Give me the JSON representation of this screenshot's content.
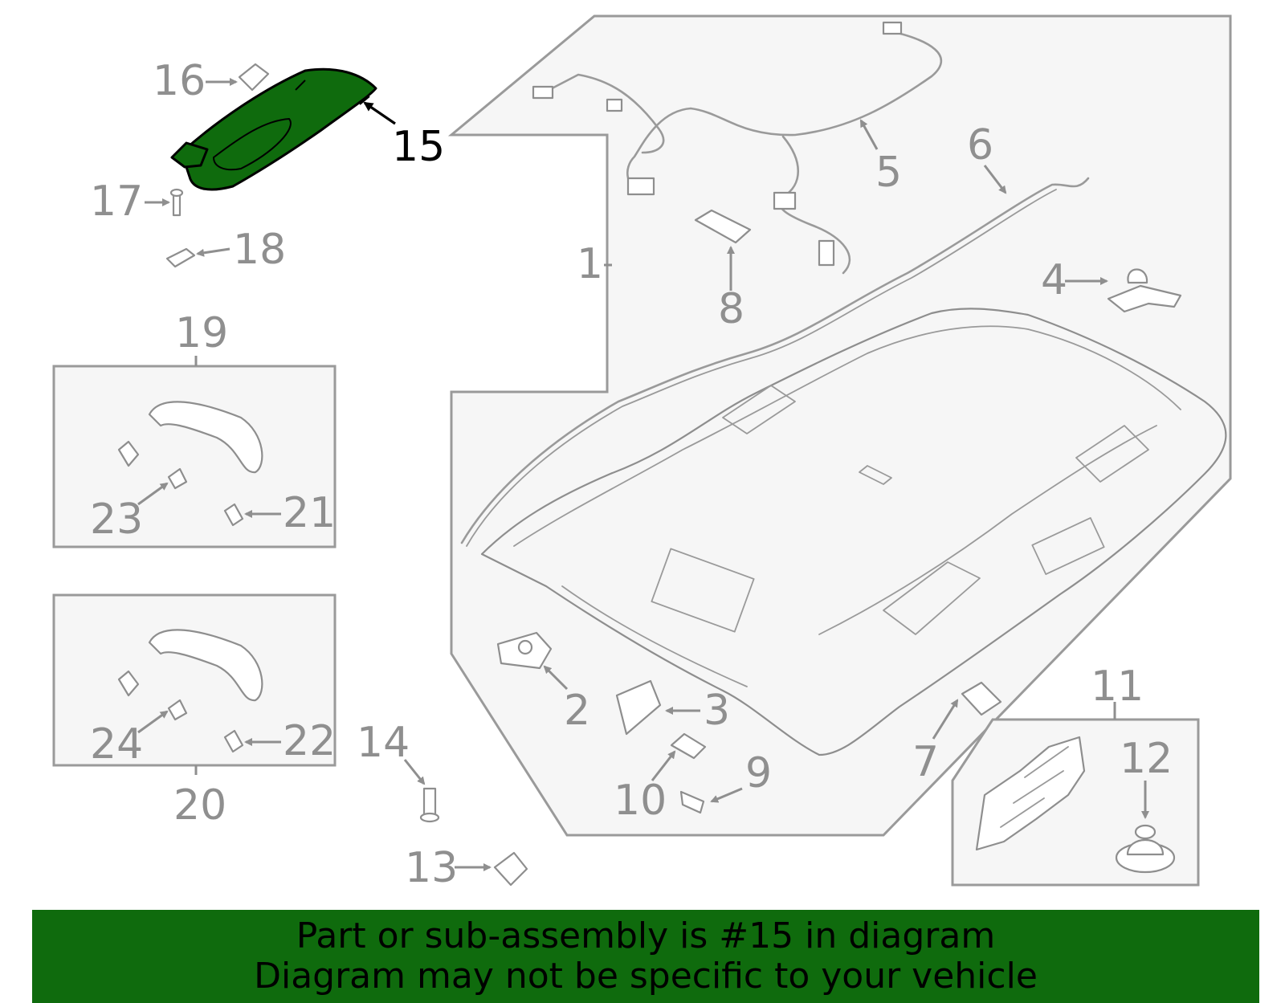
{
  "diagram": {
    "callouts": [
      "1",
      "2",
      "3",
      "4",
      "5",
      "6",
      "7",
      "8",
      "9",
      "10",
      "11",
      "12",
      "13",
      "14",
      "15",
      "16",
      "17",
      "18",
      "19",
      "20",
      "21",
      "22",
      "23",
      "24"
    ],
    "highlighted_part": "15",
    "highlight_color": "#0f6b0d",
    "line_color": "#9a9a9a"
  },
  "banner": {
    "line1": "Part or sub-assembly is #15 in diagram",
    "line2": "Diagram may not be specific to your vehicle",
    "background": "#0f6b0d"
  }
}
